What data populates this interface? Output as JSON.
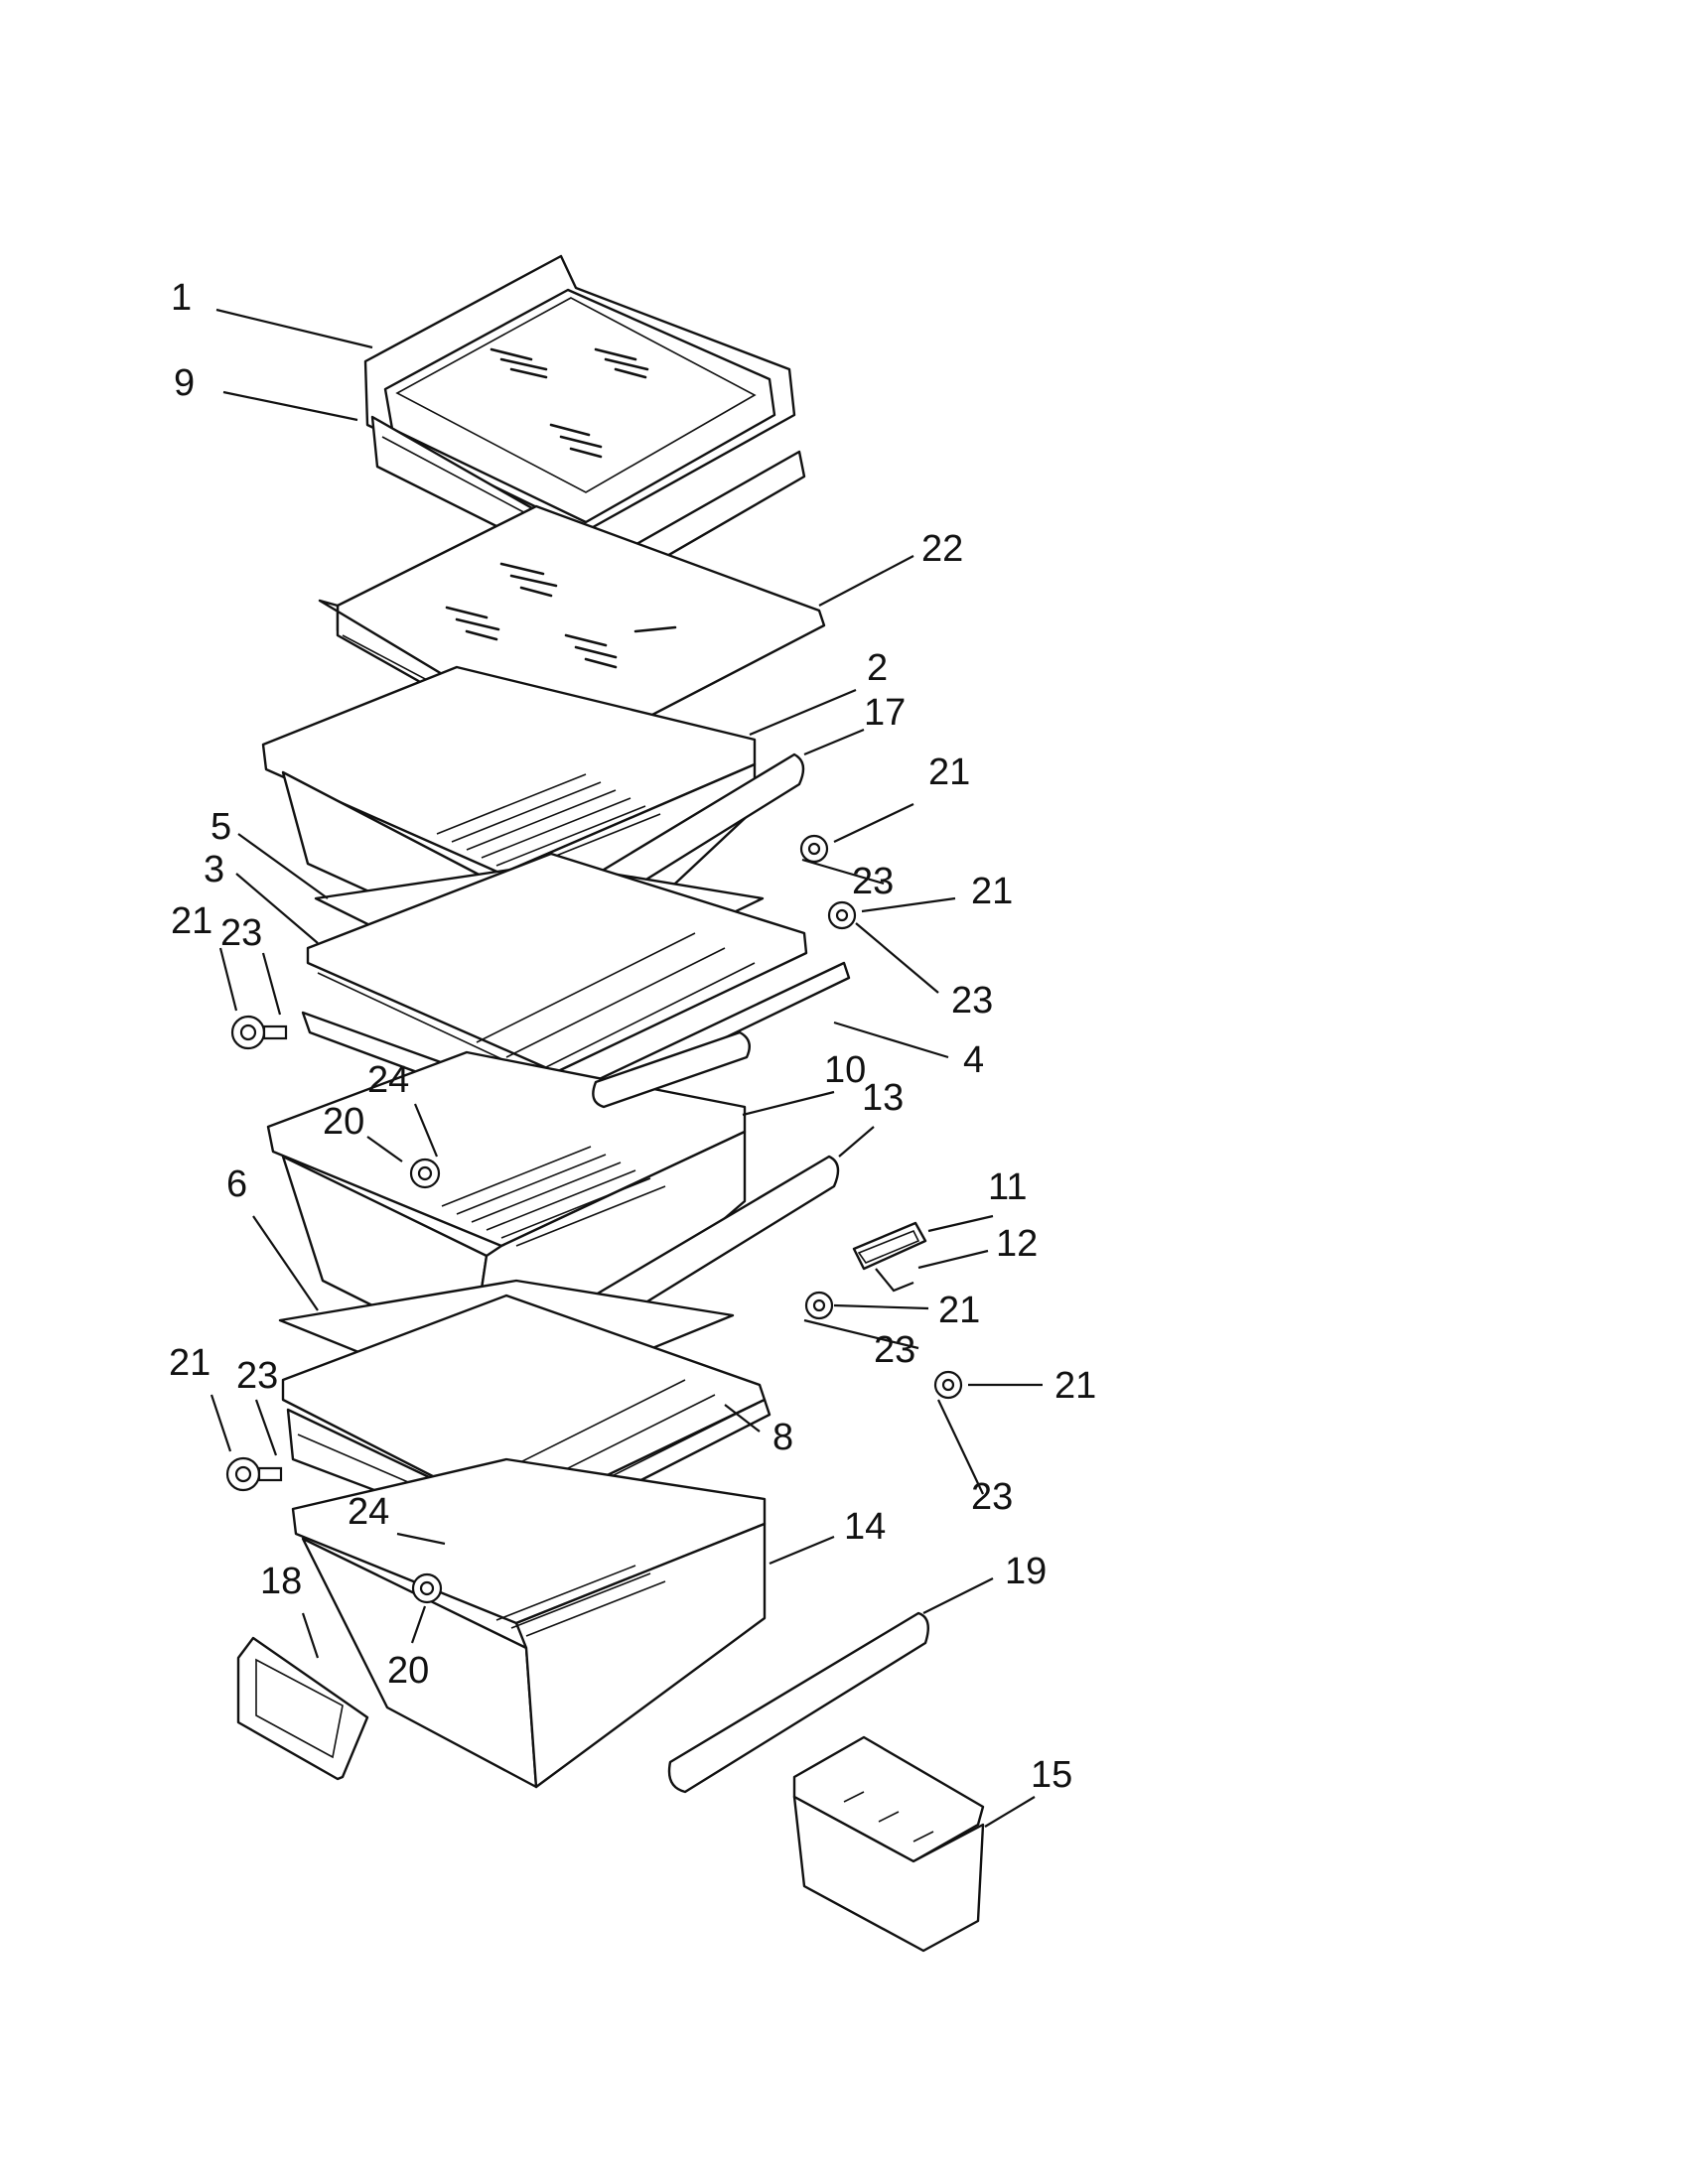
{
  "diagram": {
    "callouts": [
      {
        "id": "c1",
        "label": "1"
      },
      {
        "id": "c9",
        "label": "9"
      },
      {
        "id": "c22",
        "label": "22"
      },
      {
        "id": "c2",
        "label": "2"
      },
      {
        "id": "c17",
        "label": "17"
      },
      {
        "id": "c21a",
        "label": "21"
      },
      {
        "id": "c5",
        "label": "5"
      },
      {
        "id": "c23a",
        "label": "23"
      },
      {
        "id": "c3",
        "label": "3"
      },
      {
        "id": "c21b",
        "label": "21"
      },
      {
        "id": "c21c",
        "label": "21"
      },
      {
        "id": "c23b",
        "label": "23"
      },
      {
        "id": "c23c",
        "label": "23"
      },
      {
        "id": "c4",
        "label": "4"
      },
      {
        "id": "c24a",
        "label": "24"
      },
      {
        "id": "c10",
        "label": "10"
      },
      {
        "id": "c20a",
        "label": "20"
      },
      {
        "id": "c13",
        "label": "13"
      },
      {
        "id": "c6",
        "label": "6"
      },
      {
        "id": "c11",
        "label": "11"
      },
      {
        "id": "c12",
        "label": "12"
      },
      {
        "id": "c21d",
        "label": "21"
      },
      {
        "id": "c23d",
        "label": "23"
      },
      {
        "id": "c21e",
        "label": "21"
      },
      {
        "id": "c23e",
        "label": "23"
      },
      {
        "id": "c21f",
        "label": "21"
      },
      {
        "id": "c8",
        "label": "8"
      },
      {
        "id": "c23f",
        "label": "23"
      },
      {
        "id": "c24b",
        "label": "24"
      },
      {
        "id": "c14",
        "label": "14"
      },
      {
        "id": "c19",
        "label": "19"
      },
      {
        "id": "c18",
        "label": "18"
      },
      {
        "id": "c20b",
        "label": "20"
      },
      {
        "id": "c15",
        "label": "15"
      }
    ]
  }
}
